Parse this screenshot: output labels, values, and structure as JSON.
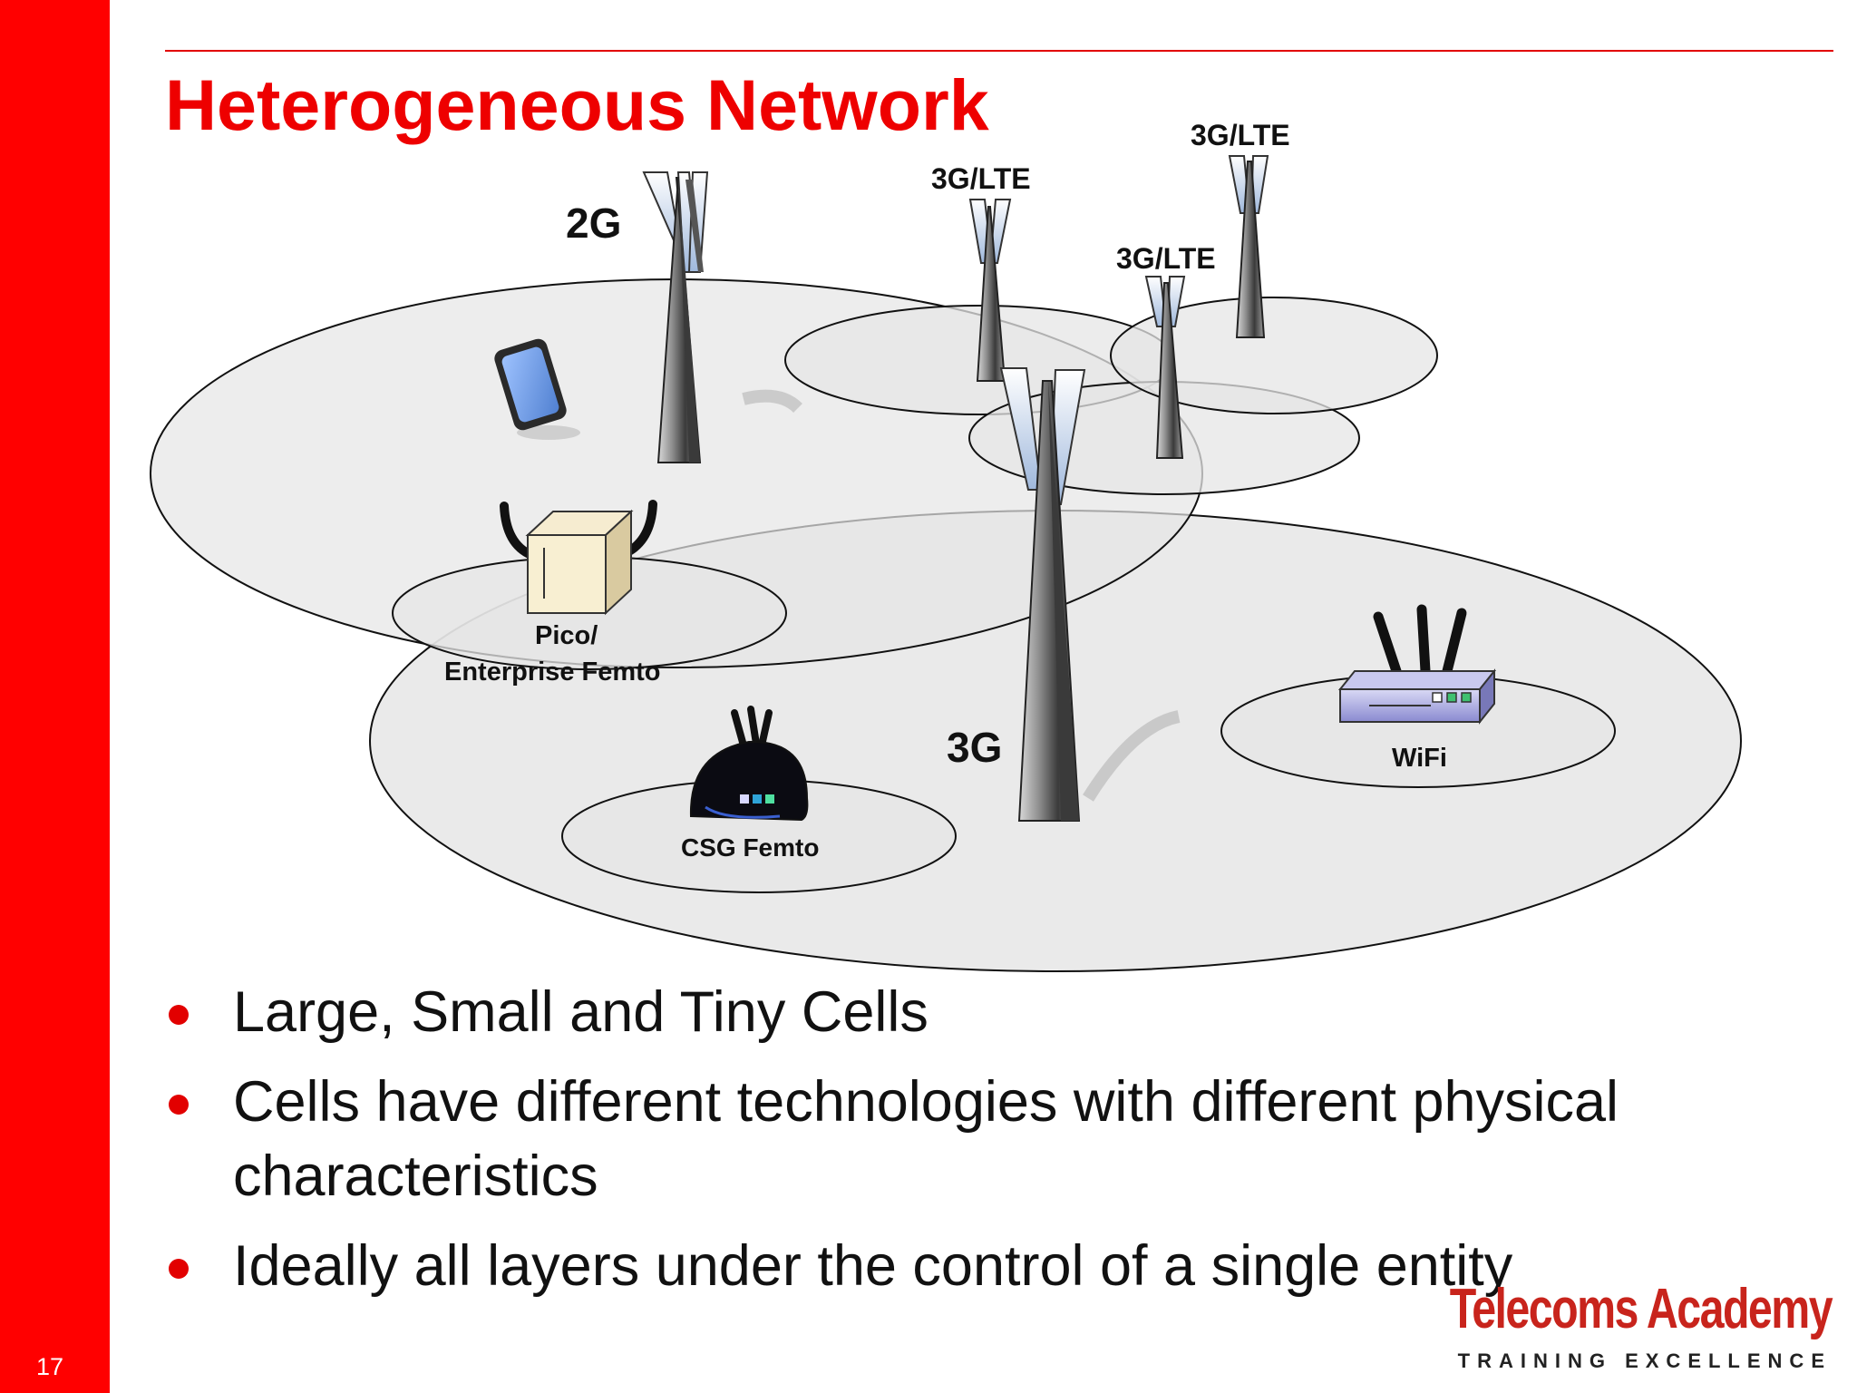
{
  "slide": {
    "number": "17",
    "title": "Heterogeneous Network"
  },
  "diagram": {
    "labels": {
      "tower_2g": "2G",
      "tower_3g_lte_a": "3G/LTE",
      "tower_3g_lte_b": "3G/LTE",
      "tower_3g_lte_c": "3G/LTE",
      "tower_3g": "3G",
      "pico_line1": "Pico/",
      "pico_line2": "Enterprise Femto",
      "csg_femto": "CSG Femto",
      "wifi": "WiFi"
    }
  },
  "bullets": [
    "Large, Small and Tiny Cells",
    "Cells have different technologies with different physical characteristics",
    "Ideally all layers under the control of a single entity"
  ],
  "logo": {
    "name": "Telecoms Academy",
    "tagline": "TRAINING EXCELLENCE"
  },
  "colors": {
    "accent": "#ff0000",
    "title": "#ee0000",
    "cell_fill": "#e6e6e6"
  }
}
